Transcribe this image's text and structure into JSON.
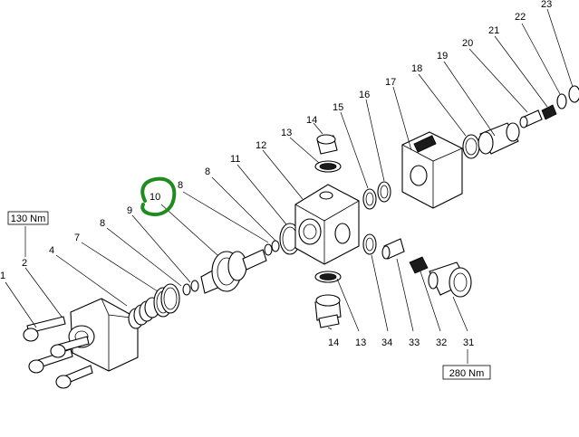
{
  "callouts": [
    {
      "id": "c1",
      "text": "1"
    },
    {
      "id": "c2",
      "text": "2"
    },
    {
      "id": "c4",
      "text": "4"
    },
    {
      "id": "c7",
      "text": "7"
    },
    {
      "id": "c8a",
      "text": "8"
    },
    {
      "id": "c9",
      "text": "9"
    },
    {
      "id": "c10",
      "text": "10"
    },
    {
      "id": "c8b",
      "text": "8"
    },
    {
      "id": "c8c",
      "text": "8"
    },
    {
      "id": "c11",
      "text": "11"
    },
    {
      "id": "c12",
      "text": "12"
    },
    {
      "id": "c13a",
      "text": "13"
    },
    {
      "id": "c14a",
      "text": "14"
    },
    {
      "id": "c15",
      "text": "15"
    },
    {
      "id": "c16",
      "text": "16"
    },
    {
      "id": "c17",
      "text": "17"
    },
    {
      "id": "c18",
      "text": "18"
    },
    {
      "id": "c19",
      "text": "19"
    },
    {
      "id": "c20",
      "text": "20"
    },
    {
      "id": "c21",
      "text": "21"
    },
    {
      "id": "c22",
      "text": "22"
    },
    {
      "id": "c23",
      "text": "23"
    },
    {
      "id": "c14b",
      "text": "14"
    },
    {
      "id": "c13b",
      "text": "13"
    },
    {
      "id": "c34",
      "text": "34"
    },
    {
      "id": "c33",
      "text": "33"
    },
    {
      "id": "c32",
      "text": "32"
    },
    {
      "id": "c31",
      "text": "31"
    }
  ],
  "torque_labels": {
    "left": "130 Nm",
    "right": "280 Nm"
  },
  "highlight": {
    "target": "10",
    "color": "#1e8c1e"
  }
}
